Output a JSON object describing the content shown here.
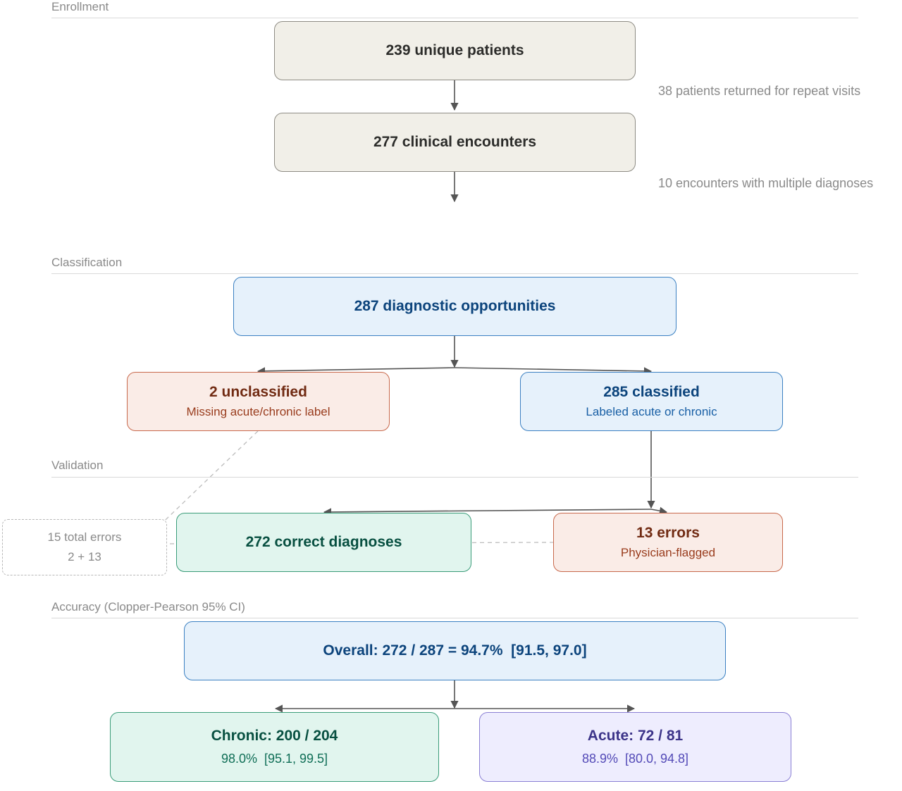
{
  "sections": {
    "enrollment": "Enrollment",
    "classification": "Classification",
    "validation": "Validation",
    "accuracy": "Accuracy (Clopper-Pearson 95% CI)"
  },
  "nodes": {
    "patients": {
      "label": "239 unique patients"
    },
    "encounters": {
      "label": "277 clinical encounters"
    },
    "opportunities": {
      "label": "287 diagnostic opportunities"
    },
    "unclassified": {
      "label": "2 unclassified",
      "sub": "Missing acute/chronic label"
    },
    "classified": {
      "label": "285 classified",
      "sub": "Labeled acute or chronic"
    },
    "correct": {
      "label": "272 correct diagnoses"
    },
    "errors": {
      "label": "13 errors",
      "sub": "Physician-flagged"
    },
    "overall": {
      "label": "Overall: 272 / 287 = 94.7%  [91.5, 97.0]"
    },
    "chronic": {
      "label": "Chronic: 200 / 204",
      "sub": "98.0%  [95.1, 99.5]"
    },
    "acute": {
      "label": "Acute: 72 / 81",
      "sub": "88.9%  [80.0, 94.8]"
    }
  },
  "notes": {
    "repeat_visits": "38 patients returned for repeat visits",
    "multiple_diagnoses": "10 encounters with multiple diagnoses"
  },
  "total_errors": {
    "label": "15 total errors",
    "formula": "2 + 13"
  },
  "colors": {
    "neutral_fill": "#f1efe8",
    "blue_fill": "#e6f1fb",
    "red_fill": "#faece7",
    "green_fill": "#e1f5ee",
    "purple_fill": "#eeedfe"
  }
}
